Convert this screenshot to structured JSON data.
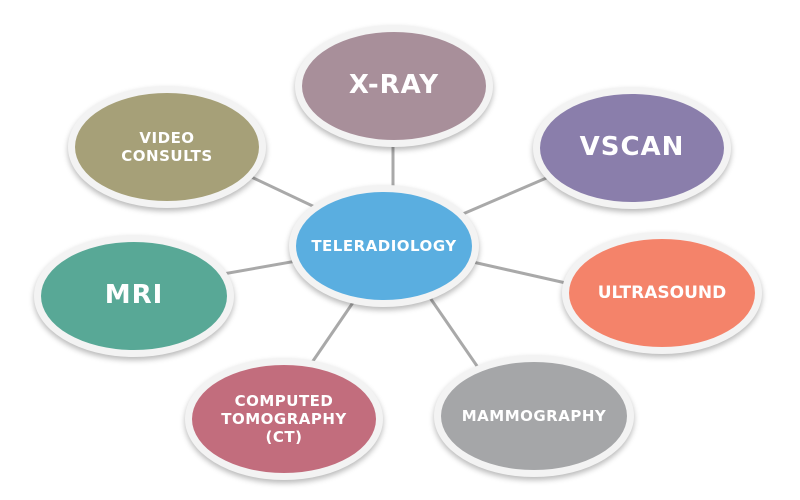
{
  "center": {
    "label": "TELERADIOLOGY",
    "color": "#5aaee0"
  },
  "nodes": [
    {
      "key": "xray",
      "label": "X-RAY",
      "color": "#a88f9a"
    },
    {
      "key": "vscan",
      "label": "VSCAN",
      "color": "#8a7eab"
    },
    {
      "key": "ultrasound",
      "label": "ULTRASOUND",
      "color": "#f4836a"
    },
    {
      "key": "mammography",
      "label": "MAMMOGRAPHY",
      "color": "#a5a6a8"
    },
    {
      "key": "ct",
      "label": "COMPUTED\nTOMOGRAPHY\n(CT)",
      "color": "#c26d7d"
    },
    {
      "key": "mri",
      "label": "MRI",
      "color": "#58a896"
    },
    {
      "key": "video",
      "label": "VIDEO\nCONSULTS",
      "color": "#a6a078"
    }
  ],
  "connector_color": "#a9a9a9"
}
